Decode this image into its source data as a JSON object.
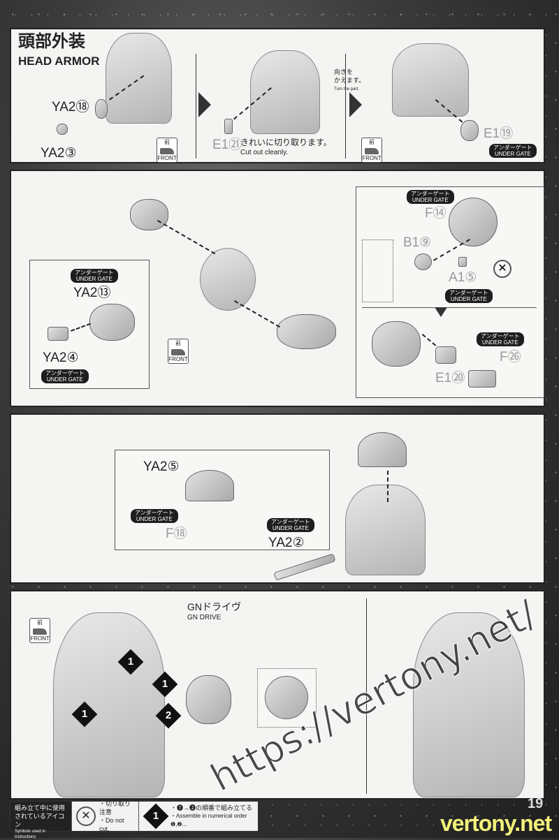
{
  "step1": {
    "title_jp": "頭部外装",
    "title_en": "HEAD ARMOR",
    "parts": [
      "YA2⑱",
      "YA2③",
      "E1㉑",
      "E1⑲"
    ],
    "cut_note_jp": "きれいに切り取ります。",
    "cut_note_en": "Cut out cleanly.",
    "turn_jp1": "向きを",
    "turn_jp2": "かえます。",
    "turn_en": "Turn the part."
  },
  "common": {
    "front_jp": "前",
    "front_en": "FRONT",
    "ug_jp": "アンダーゲート",
    "ug_en": "UNDER GATE"
  },
  "step2": {
    "parts": [
      "YA2⑬",
      "YA2④",
      "F⑭",
      "B1⑨",
      "A1⑤",
      "F㉖",
      "E1⑳"
    ]
  },
  "step3": {
    "parts": [
      "YA2⑤",
      "F⑱",
      "YA2②"
    ]
  },
  "step4": {
    "gn_jp": "GNドライヴ",
    "gn_en": "GN DRIVE",
    "markers": [
      "1",
      "1",
      "1",
      "2"
    ],
    "watermark": "https://vertony.net/"
  },
  "legend": {
    "title_jp1": "組み立て中に使用",
    "title_jp2": "されているアイコン",
    "title_en": "Symbols used in instructions",
    "nocut_jp": "・切り取り注意",
    "nocut_en": "・Do not cut.",
    "order_num": "1",
    "order_jp": "・❶→❷の順番で組み立てる",
    "order_en": "・Assemble in numerical order ❶,❷..."
  },
  "page_number": "19",
  "site": "vertony.net"
}
